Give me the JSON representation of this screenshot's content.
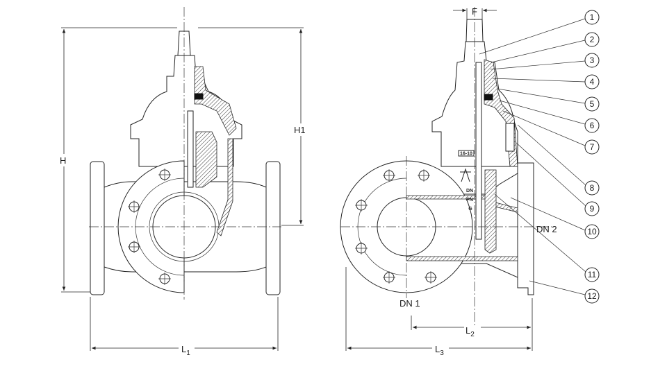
{
  "left_view": {
    "dim_h": "H",
    "dim_h1": "H1",
    "dim_l1": {
      "main": "L",
      "sub": "1"
    }
  },
  "right_view": {
    "dim_f": "F",
    "dim_dn1": "DN 1",
    "dim_dn2": "DN 2",
    "dim_l2": {
      "main": "L",
      "sub": "2"
    },
    "dim_l3": {
      "main": "L",
      "sub": "3"
    },
    "body_marks": {
      "stamp": "16-10",
      "dn": "DN",
      "pn": "PN",
      "g": "G"
    },
    "callouts": [
      "1",
      "2",
      "3",
      "4",
      "5",
      "6",
      "7",
      "8",
      "9",
      "10",
      "11",
      "12"
    ]
  }
}
